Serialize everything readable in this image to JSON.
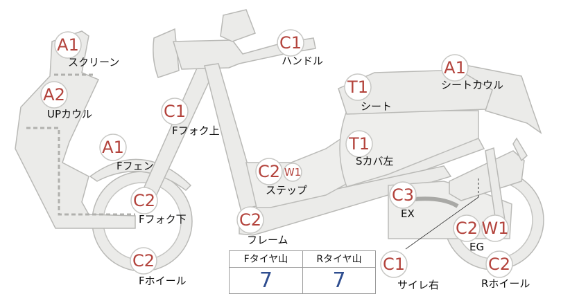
{
  "parts": [
    {
      "id": "screen",
      "grade": "A1",
      "label": "スクリーン"
    },
    {
      "id": "up-cowl",
      "grade": "A2",
      "label": "UPカウル"
    },
    {
      "id": "f-fender",
      "grade": "A1",
      "label": "Fフェン"
    },
    {
      "id": "f-fork-lower",
      "grade": "C2",
      "label": "Fフォク下"
    },
    {
      "id": "f-wheel",
      "grade": "C2",
      "label": "Fホイール"
    },
    {
      "id": "f-fork-upper",
      "grade": "C1",
      "label": "Fフォク上"
    },
    {
      "id": "handle",
      "grade": "C1",
      "label": "ハンドル"
    },
    {
      "id": "step",
      "grade": "C2",
      "grade2": "W1",
      "label": "ステップ"
    },
    {
      "id": "frame",
      "grade": "C2",
      "label": "フレーム"
    },
    {
      "id": "seat",
      "grade": "T1",
      "label": "シート"
    },
    {
      "id": "seat-cowl",
      "grade": "A1",
      "label": "シートカウル"
    },
    {
      "id": "side-cover-left",
      "grade": "T1",
      "label": "Sカバ左"
    },
    {
      "id": "exhaust",
      "grade": "C3",
      "label": "EX"
    },
    {
      "id": "engine",
      "grade": "C2",
      "grade2": "W1",
      "label": "EG"
    },
    {
      "id": "muffler-right",
      "grade": "C1",
      "label": "サイレ右"
    },
    {
      "id": "r-wheel",
      "grade": "C2",
      "label": "Rホイール"
    }
  ],
  "tire_tread": {
    "front_header": "Fタイヤ山",
    "rear_header": "Rタイヤ山",
    "front_value": "7",
    "rear_value": "7"
  },
  "colors": {
    "grade": "#b3433c",
    "body": "#ebebe9",
    "value": "#2e4d8f"
  }
}
